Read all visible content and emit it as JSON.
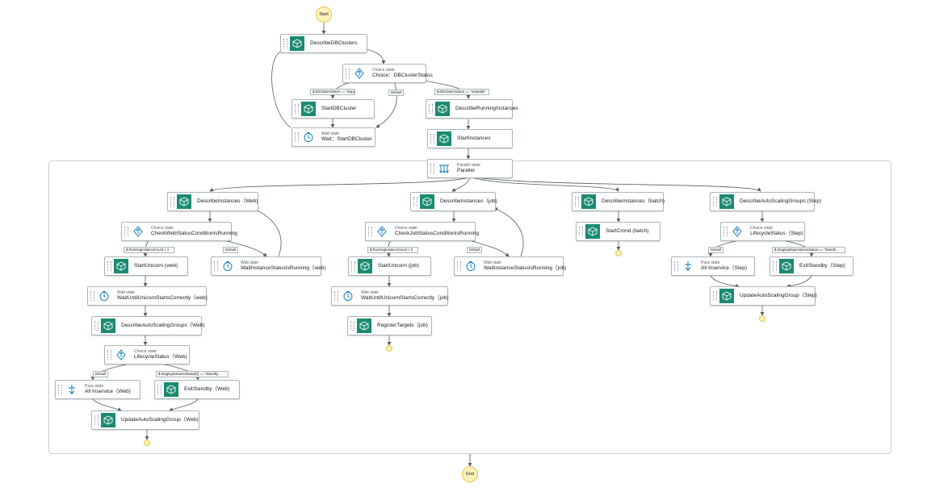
{
  "start": {
    "label": "Start"
  },
  "end": {
    "label": "End"
  },
  "nodes": {
    "describe_db_clusters": {
      "title": "DescribeDBClusters"
    },
    "choice_db_cluster_status": {
      "subtitle": "Choice state",
      "title": "Choice：DBClusterStatus"
    },
    "start_db_cluster": {
      "title": "StartDBCluster"
    },
    "wait_start_db_cluster": {
      "subtitle": "Wait state",
      "title": "Wait：StartDBCluster"
    },
    "describe_running_instances": {
      "title": "DescribeRunningInstances"
    },
    "start_instances": {
      "title": "StartInstances"
    },
    "parallel": {
      "subtitle": "Parallel state",
      "title": "Parallel"
    },
    "describe_instances_web": {
      "title": "DescribeInstances（Web)"
    },
    "check_web_status": {
      "subtitle": "Choice state",
      "title": "CheckWebStatusConditionIsRunning"
    },
    "start_unicorn_web": {
      "title": "StartUnicorn (web)"
    },
    "wait_instance_status_web": {
      "subtitle": "Wait state",
      "title": "WaitInstanceStatusIsRunning（web)"
    },
    "wait_unicorn_web": {
      "subtitle": "Wait state",
      "title": "WaitUntilUnicornStartsCorrectly（web)"
    },
    "describe_asg_web": {
      "title": "DescribeAutoScalingGroups（Web)"
    },
    "lifecycle_status_web": {
      "subtitle": "Choice state",
      "title": "LifecycleStatus（Web)"
    },
    "all_inservice_web": {
      "subtitle": "Pass state",
      "title": "All Inservice（Web)"
    },
    "exit_standby_web": {
      "title": "ExitStandby（Web)"
    },
    "update_asg_web": {
      "title": "UpdateAutoScalingGroup（Web)"
    },
    "describe_instances_job": {
      "title": "DescribeInstances（job)"
    },
    "check_job_status": {
      "subtitle": "Choice state",
      "title": "CheckJobStatusConditionIsRunning"
    },
    "start_unicorn_job": {
      "title": "StartUnicorn (job)"
    },
    "wait_instance_status_job": {
      "subtitle": "Wait state",
      "title": "WaitInstanceStatusIsRunning（job)"
    },
    "wait_unicorn_job": {
      "subtitle": "Wait state",
      "title": "WaitUntilUnicornStartsCorrectly（job)"
    },
    "register_targets_job": {
      "title": "RegisterTargets（job)"
    },
    "describe_instances_batch": {
      "title": "DescribeInstances（batch)"
    },
    "start_crond_batch": {
      "title": "StartCrond (batch)"
    },
    "describe_asg_step": {
      "title": "DescribeAutoScalingGroups (Step)"
    },
    "lifecycle_status_step": {
      "subtitle": "Choice state",
      "title": "LifecycleStatus（Step)"
    },
    "all_inservice_step": {
      "subtitle": "Pass state",
      "title": "All Inservice（Step)"
    },
    "exit_standby_step": {
      "title": "ExitStandby（Step)"
    },
    "update_asg_step": {
      "title": "UpdateAutoScalingGroup（Step)"
    }
  },
  "edge_labels": {
    "stopped": "$.DbClusterStatus == \"stopped\"",
    "default_db": "Default",
    "available": "$.DbClusterStatus == \"available\"",
    "running_web": "$.RunningInstanceCount > 1",
    "default_web": "Default",
    "running_job": "$.RunningInstanceCount > 0",
    "default_job": "Default",
    "default_lc_web": "Default",
    "standby_web": "$.StagingInstanceStatus[0] == \"Standby...",
    "default_lc_step": "Default",
    "standby_step": "$.StagingStepInstanceStatus == \"Standb..."
  },
  "colors": {
    "task": "#1b8a72",
    "icon_stroke": "#0073bb",
    "terminal_fill": "#fdf1b8",
    "edge": "#545b64"
  }
}
